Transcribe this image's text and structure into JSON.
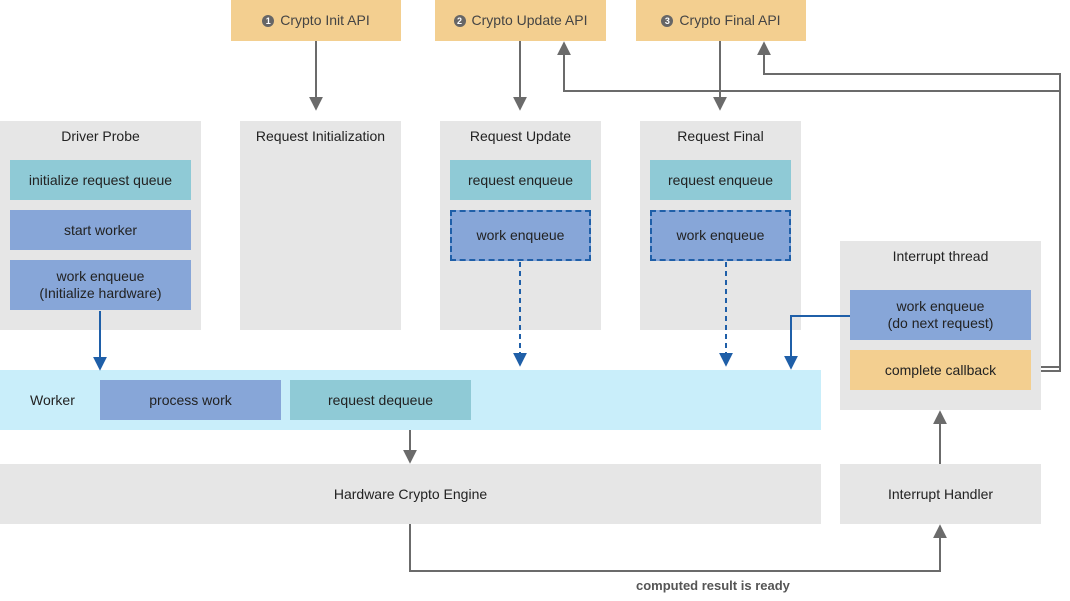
{
  "apis": [
    {
      "num": "1",
      "label": "Crypto Init API"
    },
    {
      "num": "2",
      "label": "Crypto Update API"
    },
    {
      "num": "3",
      "label": "Crypto Final API"
    }
  ],
  "driver_probe": {
    "title": "Driver Probe",
    "items": [
      "initialize request queue",
      "start worker",
      "work enqueue\n(Initialize hardware)"
    ]
  },
  "request_init": {
    "title": "Request Initialization"
  },
  "request_update": {
    "title": "Request Update",
    "items": [
      "request enqueue",
      "work enqueue"
    ]
  },
  "request_final": {
    "title": "Request Final",
    "items": [
      "request enqueue",
      "work enqueue"
    ]
  },
  "interrupt_thread": {
    "title": "Interrupt thread",
    "items": [
      "work enqueue\n(do next request)",
      "complete callback"
    ]
  },
  "worker": {
    "label": "Worker",
    "items": [
      "process work",
      "request dequeue"
    ]
  },
  "hardware_engine": {
    "label": "Hardware Crypto Engine"
  },
  "interrupt_handler": {
    "label": "Interrupt Handler"
  },
  "note": "computed result is ready",
  "colors": {
    "api": "#f3cf90",
    "teal": "#8fcad6",
    "blue": "#87a6d8",
    "worker_bg": "#c9eefa",
    "group_bg": "#e6e6e6",
    "arrow_grey": "#6b6b6b",
    "arrow_blue": "#1f5fa8"
  }
}
